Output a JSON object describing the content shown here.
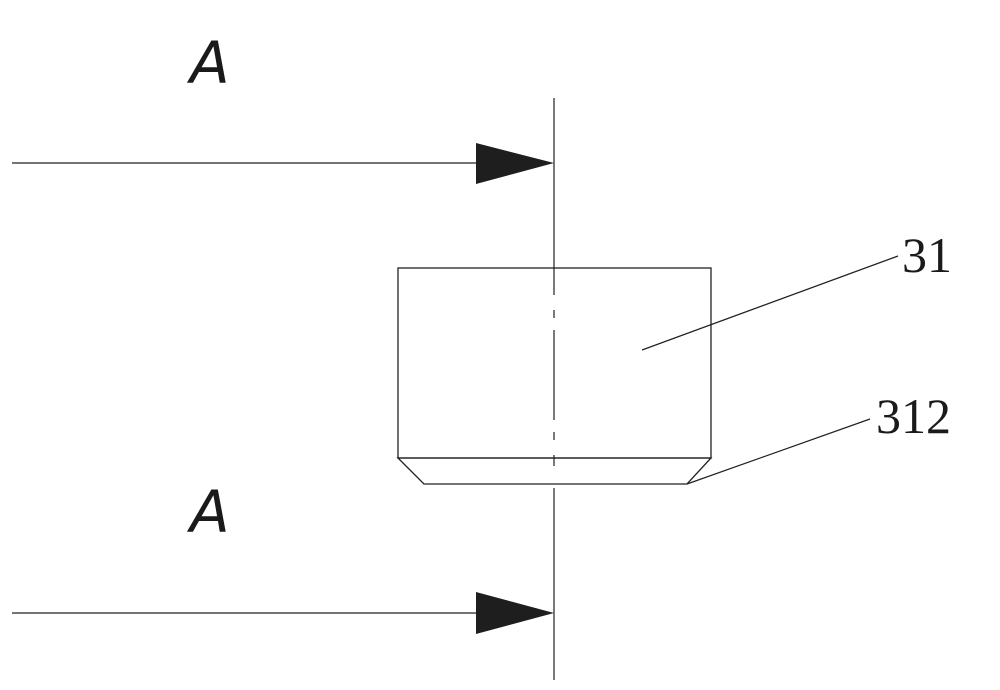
{
  "section_marks": {
    "upper": "A",
    "lower": "A"
  },
  "callouts": {
    "part_body": "31",
    "chamfer": "312"
  },
  "colors": {
    "line": "#222222",
    "background": "#ffffff"
  }
}
